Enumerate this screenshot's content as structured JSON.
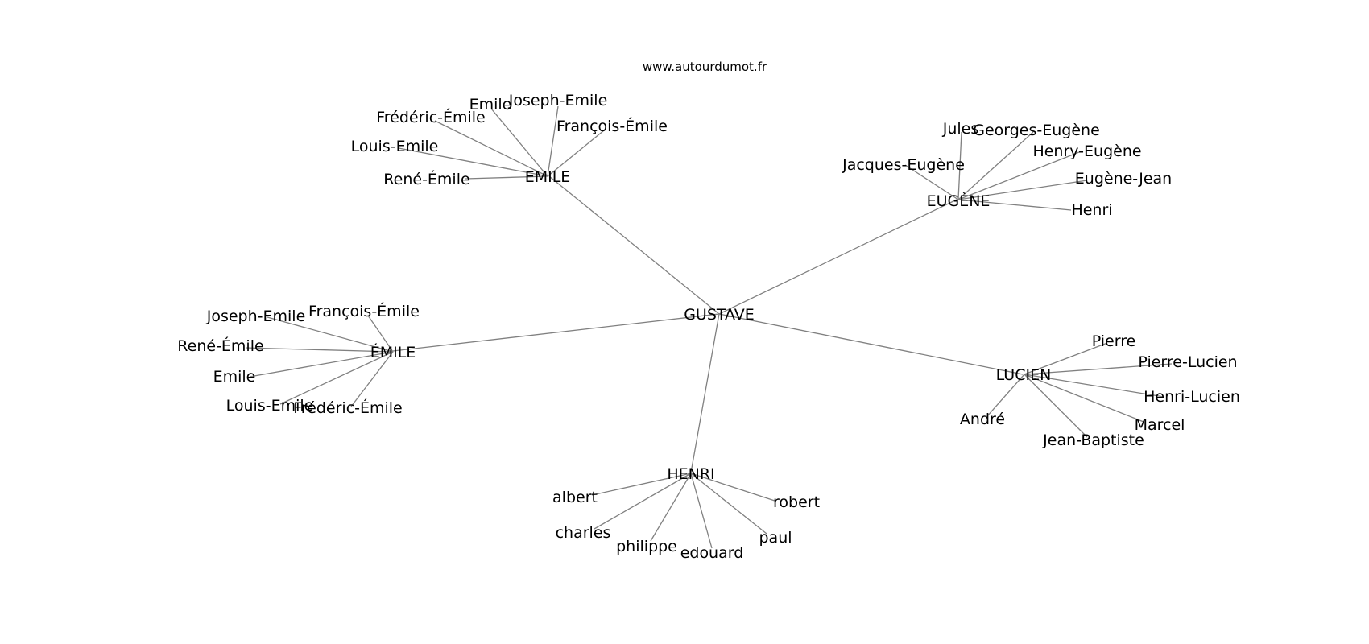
{
  "site_label": "www.autourdumot.fr",
  "root": "GUSTAVE",
  "clusters": [
    {
      "hub": "EMILE",
      "children": [
        "Emile",
        "Joseph-Emile",
        "François-Émile",
        "Frédéric-Émile",
        "Louis-Emile",
        "René-Émile"
      ]
    },
    {
      "hub": "EUGÈNE",
      "children": [
        "Jules",
        "Georges-Eugène",
        "Henry-Eugène",
        "Eugène-Jean",
        "Henri",
        "Jacques-Eugène"
      ]
    },
    {
      "hub": "ÉMILE",
      "children": [
        "François-Émile",
        "Joseph-Emile",
        "René-Émile",
        "Emile",
        "Louis-Emile",
        "Frédéric-Émile"
      ]
    },
    {
      "hub": "LUCIEN",
      "children": [
        "Pierre",
        "Pierre-Lucien",
        "Henri-Lucien",
        "Marcel",
        "Jean-Baptiste",
        "André"
      ]
    },
    {
      "hub": "HENRI",
      "children": [
        "albert",
        "charles",
        "philippe",
        "edouard",
        "paul",
        "robert"
      ]
    }
  ]
}
